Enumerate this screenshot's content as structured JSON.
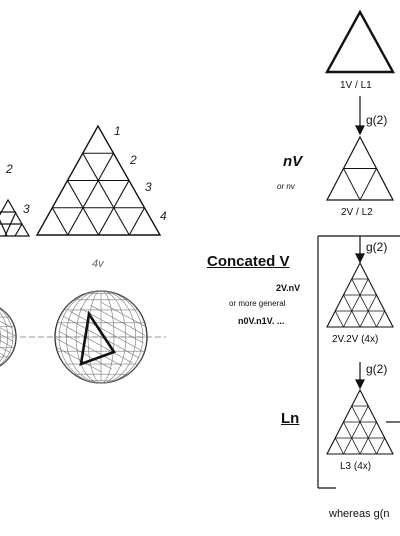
{
  "left_panel": {
    "small_triangle_row_labels": [
      "2",
      "3"
    ],
    "large_triangle_row_labels": [
      "1",
      "2",
      "3",
      "4"
    ],
    "large_triangle_caption": "4v"
  },
  "flow": {
    "stages": [
      {
        "caption": "1V / L1"
      },
      {
        "caption": "2V / L2"
      },
      {
        "caption": "2V.2V (4x)"
      },
      {
        "caption": "L3 (4x)"
      }
    ],
    "arrows": [
      {
        "label": "g(2)"
      },
      {
        "label": "g(2)"
      },
      {
        "label": "g(2)"
      }
    ]
  },
  "annotations": {
    "nv": {
      "heading": "nV",
      "sub": "or nv"
    },
    "concated": {
      "heading": "Concated V",
      "formula": "2V.nV",
      "more": "or more general",
      "general": "n0V.n1V. ..."
    },
    "ln": {
      "heading": "Ln"
    }
  },
  "footer_text": "whereas g(n"
}
